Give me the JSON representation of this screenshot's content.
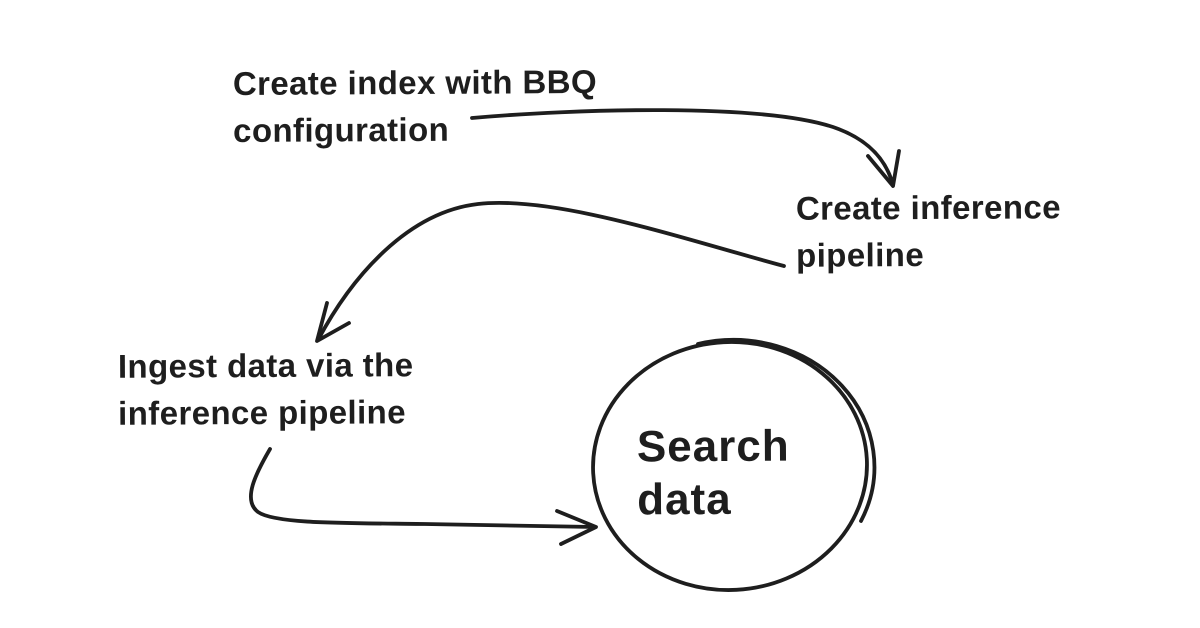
{
  "page": {
    "background_color": "#ffffff",
    "ink_color": "#1e1e1e"
  },
  "diagram": {
    "type": "flowchart",
    "style": "hand-drawn",
    "nodes": {
      "create_index": {
        "lines": [
          "Create index with BBQ",
          "configuration"
        ],
        "shape": "text"
      },
      "create_inference": {
        "lines": [
          "Create inference",
          "pipeline"
        ],
        "shape": "text"
      },
      "ingest_data": {
        "lines": [
          "Ingest data via the",
          "inference pipeline"
        ],
        "shape": "text"
      },
      "search_data": {
        "lines": [
          "Search",
          "data"
        ],
        "shape": "circle"
      }
    },
    "edges": [
      {
        "from": "create_index",
        "to": "create_inference",
        "style": "curved-arrow"
      },
      {
        "from": "create_inference",
        "to": "ingest_data",
        "style": "curved-arrow"
      },
      {
        "from": "ingest_data",
        "to": "search_data",
        "style": "curved-arrow"
      }
    ]
  }
}
